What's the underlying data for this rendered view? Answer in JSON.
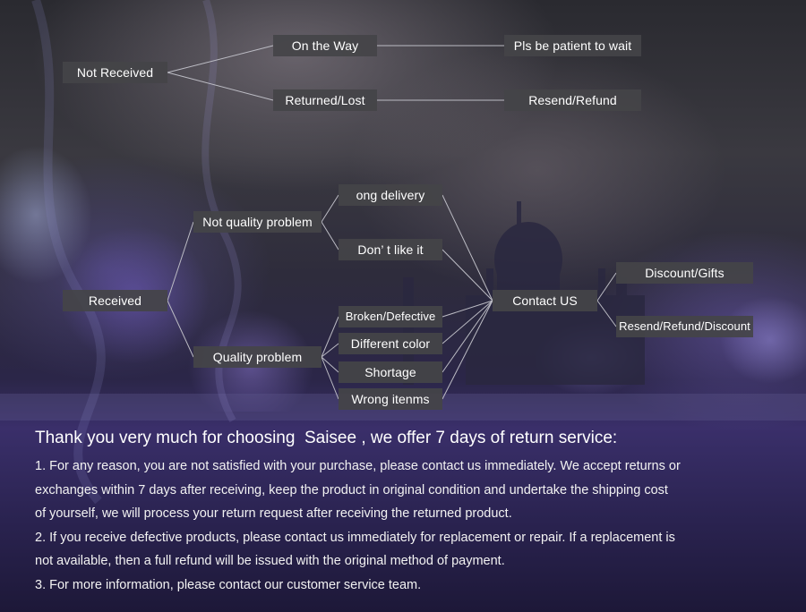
{
  "colors": {
    "node_bg": "#444448",
    "connector": "#bcbcc4",
    "text": "#ffffff"
  },
  "diagram": {
    "not_received": "Not Received",
    "on_the_way": "On the Way",
    "be_patient": "Pls be patient to wait",
    "returned_lost": "Returned/Lost",
    "resend_refund": "Resend/Refund",
    "received": "Received",
    "not_quality_problem": "Not quality problem",
    "long_delivery": "ong delivery",
    "dont_like": "Don’ t like it",
    "quality_problem": "Quality problem",
    "broken": "Broken/Defective",
    "different_color": "Different color",
    "shortage": "Shortage",
    "wrong_items": "Wrong itenms",
    "contact_us": "Contact US",
    "discount_gifts": "Discount/Gifts",
    "resend_refund_discount": "Resend/Refund/Discount"
  },
  "terms": {
    "heading": "Thank you very much for choosing  Saisee , we offer 7 days of return service:",
    "line1": "1. For any reason, you are not satisfied with your purchase, please contact us immediately. We accept returns or",
    "line2": "exchanges within 7 days after receiving, keep the product in original condition and undertake the shipping cost",
    "line3": "of yourself, we will process your return request after receiving the returned product.",
    "line4": "2. If you receive defective products, please contact us immediately for replacement or repair. If a replacement is",
    "line5": "not available, then a full refund will be issued with the original method of payment.",
    "line6": "3. For more information, please contact our customer service team."
  }
}
